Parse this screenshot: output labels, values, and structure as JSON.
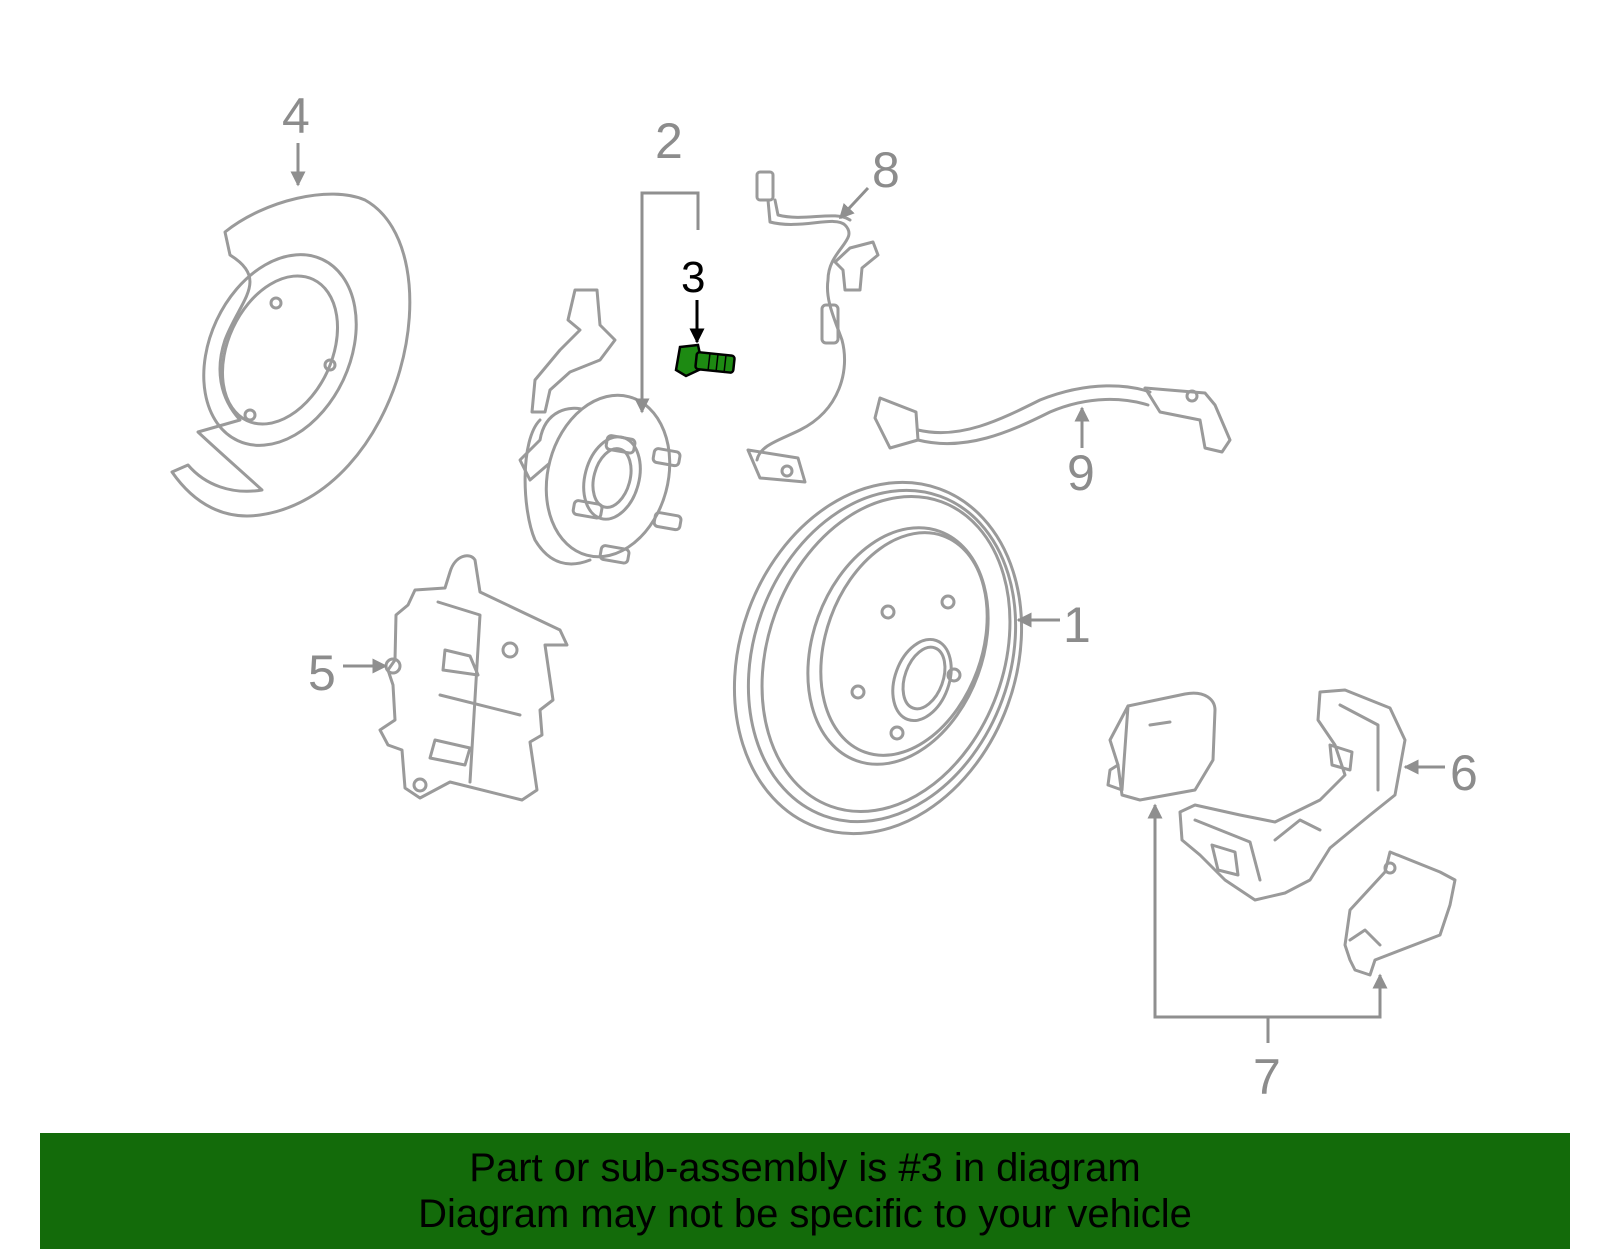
{
  "callouts": [
    {
      "label": "1"
    },
    {
      "label": "2"
    },
    {
      "label": "3"
    },
    {
      "label": "4"
    },
    {
      "label": "5"
    },
    {
      "label": "6"
    },
    {
      "label": "7"
    },
    {
      "label": "8"
    },
    {
      "label": "9"
    }
  ],
  "highlighted_part": "3",
  "colors": {
    "banner_background": "#136b0a",
    "highlight": "#1d8a12",
    "line_art": "#9a9a9a"
  },
  "banner": {
    "line1": "Part or sub-assembly is #3 in diagram",
    "line2": "Diagram may not be specific to your vehicle"
  }
}
